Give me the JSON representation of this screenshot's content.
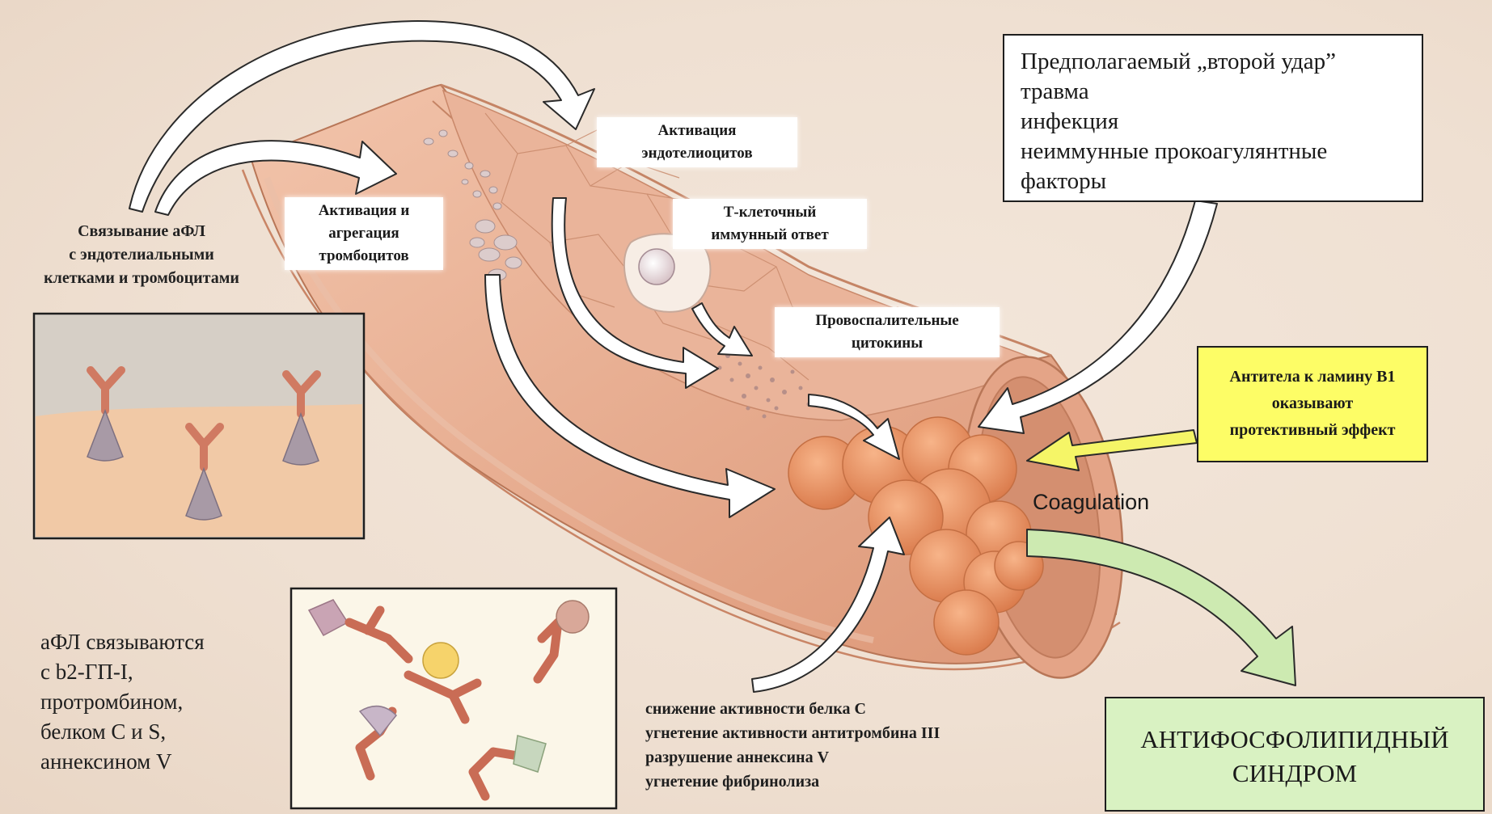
{
  "labels": {
    "binding": [
      "Связывание аФЛ",
      "с эндотелиальными",
      "клетками и тромбоцитами"
    ],
    "platelet_activation": [
      "Активация и",
      "агрегация",
      "тромбоцитов"
    ],
    "endothelial_activation": [
      "Активация",
      "эндотелиоцитов"
    ],
    "t_cell": [
      "Т-клеточный",
      "иммунный ответ"
    ],
    "cytokines": [
      "Провоспалительные",
      "цитокины"
    ],
    "coagulation": "Coagulation",
    "afl_binding": [
      "аФЛ связываются",
      "с b2-ГП-I,",
      "протромбином,",
      "белком С и S,",
      "аннексином V"
    ],
    "effects": [
      "снижение активности белка С",
      "угнетение активности антитромбина III",
      "разрушение аннексина V",
      "угнетение фибринолиза"
    ]
  },
  "second_hit_box": {
    "lines": [
      "Предполагаемый „второй удар”",
      "травма",
      "инфекция",
      "неиммунные прокоагулянтные",
      "факторы"
    ]
  },
  "lamin_box": {
    "lines": [
      "Антитела к ламину В1",
      "оказывают",
      "протективный эффект"
    ],
    "background_color": "#fdfd66"
  },
  "syndrome_box": {
    "lines": [
      "АНТИФОСФОЛИПИДНЫЙ",
      "СИНДРОМ"
    ],
    "background_color": "#d9f2c2"
  },
  "colors": {
    "vessel": "#e7a98a",
    "clot": "#e8915e",
    "arrow_white": "#ffffff",
    "arrow_yellow": "#f5f567",
    "arrow_green": "#cdeab1"
  }
}
